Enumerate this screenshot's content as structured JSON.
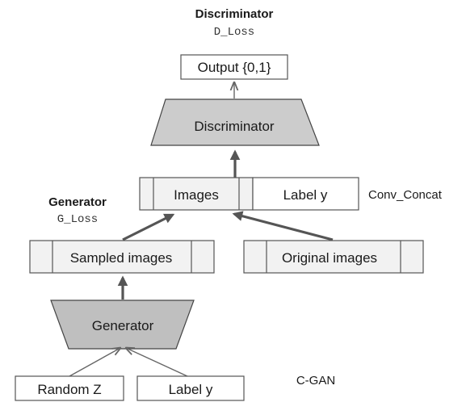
{
  "discriminator_header": {
    "title": "Discriminator",
    "loss": "D_Loss"
  },
  "generator_header": {
    "title": "Generator",
    "loss": "G_Loss"
  },
  "nodes": {
    "output": "Output {0,1}",
    "discriminator": "Discriminator",
    "images": "Images",
    "label_y_concat": "Label y",
    "sampled_images": "Sampled images",
    "original_images": "Original images",
    "generator": "Generator",
    "random_z": "Random Z",
    "label_y_input": "Label y"
  },
  "annotations": {
    "conv_concat": "Conv_Concat",
    "model_name": "C-GAN"
  },
  "colors": {
    "block_fill": "#cccccc",
    "cell_fill": "#f2f2f2",
    "stroke": "#555555"
  }
}
